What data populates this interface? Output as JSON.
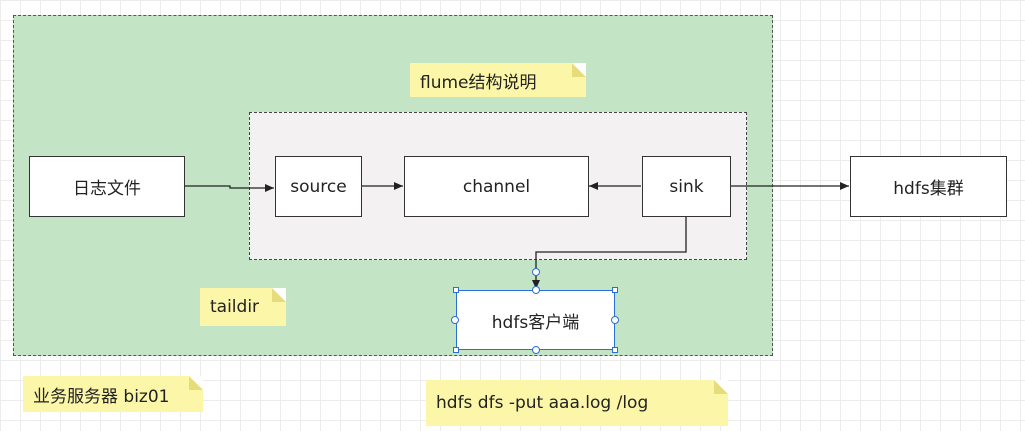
{
  "diagram": {
    "server_label": "业务服务器 biz01",
    "flume_label": "flume结构说明",
    "taildir_label": "taildir",
    "command_label": "hdfs dfs -put aaa.log /log",
    "nodes": {
      "log_file": "日志文件",
      "source": "source",
      "channel": "channel",
      "sink": "sink",
      "hdfs_cluster": "hdfs集群",
      "hdfs_client": "hdfs客户端"
    },
    "colors": {
      "server_fill": "#c4e4c6",
      "flume_fill": "#f4f1f3",
      "note_fill": "#fcf7a8",
      "selection": "#2a6fd6"
    }
  }
}
